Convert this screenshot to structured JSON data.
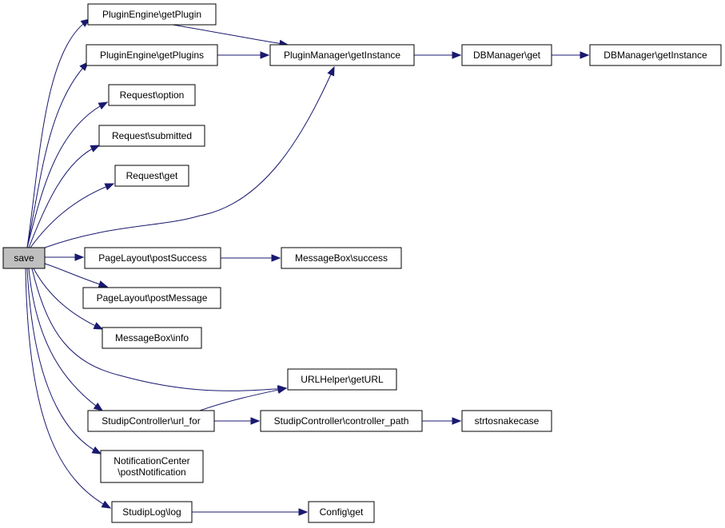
{
  "graph": {
    "nodes": [
      {
        "id": "save",
        "lines": [
          "save"
        ]
      },
      {
        "id": "getPlugin",
        "lines": [
          "PluginEngine\\getPlugin"
        ]
      },
      {
        "id": "getPlugins",
        "lines": [
          "PluginEngine\\getPlugins"
        ]
      },
      {
        "id": "pmInstance",
        "lines": [
          "PluginManager\\getInstance"
        ]
      },
      {
        "id": "dbGet",
        "lines": [
          "DBManager\\get"
        ]
      },
      {
        "id": "dbInstance",
        "lines": [
          "DBManager\\getInstance"
        ]
      },
      {
        "id": "reqOption",
        "lines": [
          "Request\\option"
        ]
      },
      {
        "id": "reqSubmitted",
        "lines": [
          "Request\\submitted"
        ]
      },
      {
        "id": "reqGet",
        "lines": [
          "Request\\get"
        ]
      },
      {
        "id": "postSuccess",
        "lines": [
          "PageLayout\\postSuccess"
        ]
      },
      {
        "id": "mbSuccess",
        "lines": [
          "MessageBox\\success"
        ]
      },
      {
        "id": "postMessage",
        "lines": [
          "PageLayout\\postMessage"
        ]
      },
      {
        "id": "mbInfo",
        "lines": [
          "MessageBox\\info"
        ]
      },
      {
        "id": "getURL",
        "lines": [
          "URLHelper\\getURL"
        ]
      },
      {
        "id": "urlFor",
        "lines": [
          "StudipController\\url_for"
        ]
      },
      {
        "id": "controllerPath",
        "lines": [
          "StudipController\\controller_path"
        ]
      },
      {
        "id": "snake",
        "lines": [
          "strtosnakecase"
        ]
      },
      {
        "id": "notify",
        "lines": [
          "NotificationCenter",
          "\\postNotification"
        ]
      },
      {
        "id": "studipLog",
        "lines": [
          "StudipLog\\log"
        ]
      },
      {
        "id": "configGet",
        "lines": [
          "Config\\get"
        ]
      }
    ],
    "edges": [
      {
        "from": "save",
        "to": "getPlugin"
      },
      {
        "from": "save",
        "to": "getPlugins"
      },
      {
        "from": "save",
        "to": "reqOption"
      },
      {
        "from": "save",
        "to": "reqSubmitted"
      },
      {
        "from": "save",
        "to": "reqGet"
      },
      {
        "from": "save",
        "to": "pmInstance"
      },
      {
        "from": "save",
        "to": "postSuccess"
      },
      {
        "from": "save",
        "to": "postMessage"
      },
      {
        "from": "save",
        "to": "mbInfo"
      },
      {
        "from": "save",
        "to": "getURL"
      },
      {
        "from": "save",
        "to": "urlFor"
      },
      {
        "from": "save",
        "to": "notify"
      },
      {
        "from": "save",
        "to": "studipLog"
      },
      {
        "from": "getPlugin",
        "to": "pmInstance"
      },
      {
        "from": "getPlugins",
        "to": "pmInstance"
      },
      {
        "from": "pmInstance",
        "to": "dbGet"
      },
      {
        "from": "dbGet",
        "to": "dbInstance"
      },
      {
        "from": "postSuccess",
        "to": "mbSuccess"
      },
      {
        "from": "urlFor",
        "to": "getURL"
      },
      {
        "from": "urlFor",
        "to": "controllerPath"
      },
      {
        "from": "controllerPath",
        "to": "snake"
      },
      {
        "from": "studipLog",
        "to": "configGet"
      }
    ]
  }
}
